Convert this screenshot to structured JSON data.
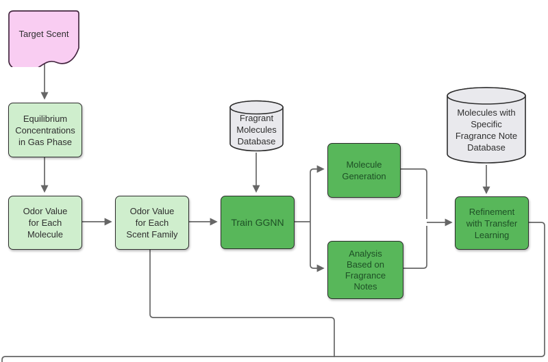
{
  "diagram": {
    "title": "Scent molecule generation pipeline flowchart",
    "background_color": "#ffffff",
    "connector_color": "#666666",
    "nodes": [
      {
        "id": "target-scent",
        "shape": "document",
        "label": "Target Scent",
        "fill": "#f9cdf2",
        "border": "#43253f",
        "text_color": "#2d2d2d"
      },
      {
        "id": "equilibrium-concentrations",
        "shape": "rounded-rect",
        "label": "Equilibrium\nConcentrations\nin Gas Phase",
        "fill": "#cfeecd",
        "border": "#2b2b2b",
        "text_color": "#2e2e2e"
      },
      {
        "id": "odor-value-each-molecule",
        "shape": "rounded-rect",
        "label": "Odor Value\nfor Each\nMolecule",
        "fill": "#cfeecd",
        "border": "#2b2b2b",
        "text_color": "#2e2e2e"
      },
      {
        "id": "odor-value-each-scent-family",
        "shape": "rounded-rect",
        "label": "Odor Value\nfor Each\nScent Family",
        "fill": "#cfeecd",
        "border": "#2b2b2b",
        "text_color": "#2e2e2e"
      },
      {
        "id": "fragrant-molecules-database",
        "shape": "cylinder",
        "label": "Fragrant\nMolecules\nDatabase",
        "fill": "#e9e9ed",
        "border": "#2b2b2b",
        "text_color": "#2e2e2e"
      },
      {
        "id": "train-ggnn",
        "shape": "rounded-rect",
        "label": "Train GGNN",
        "fill": "#58b75a",
        "border": "#272727",
        "text_color": "#1d4f25"
      },
      {
        "id": "molecule-generation",
        "shape": "rounded-rect",
        "label": "Molecule\nGeneration",
        "fill": "#58b75a",
        "border": "#272727",
        "text_color": "#1d4f25"
      },
      {
        "id": "analysis-based-on-fragrance-notes",
        "shape": "rounded-rect",
        "label": "Analysis\nBased on\nFragrance\nNotes",
        "fill": "#58b75a",
        "border": "#272727",
        "text_color": "#1d4f25"
      },
      {
        "id": "molecules-specific-fragrance-note-database",
        "shape": "cylinder",
        "label": "Molecules with\nSpecific\nFragrance Note\nDatabase",
        "fill": "#e9e9ed",
        "border": "#2b2b2b",
        "text_color": "#2e2e2e"
      },
      {
        "id": "refinement-transfer-learning",
        "shape": "rounded-rect",
        "label": "Refinement\nwith Transfer\nLearning",
        "fill": "#58b75a",
        "border": "#272727",
        "text_color": "#1d4f25"
      }
    ],
    "edges": [
      {
        "from": "target-scent",
        "to": "equilibrium-concentrations"
      },
      {
        "from": "equilibrium-concentrations",
        "to": "odor-value-each-molecule"
      },
      {
        "from": "odor-value-each-molecule",
        "to": "odor-value-each-scent-family"
      },
      {
        "from": "odor-value-each-scent-family",
        "to": "train-ggnn"
      },
      {
        "from": "fragrant-molecules-database",
        "to": "train-ggnn"
      },
      {
        "from": "train-ggnn",
        "to": "molecule-generation"
      },
      {
        "from": "train-ggnn",
        "to": "analysis-based-on-fragrance-notes"
      },
      {
        "from": "molecule-generation",
        "to": "refinement-transfer-learning"
      },
      {
        "from": "analysis-based-on-fragrance-notes",
        "to": "refinement-transfer-learning"
      },
      {
        "from": "molecules-specific-fragrance-note-database",
        "to": "refinement-transfer-learning"
      },
      {
        "from": "odor-value-each-scent-family",
        "to": "offscreen-bottom"
      },
      {
        "from": "refinement-transfer-learning",
        "to": "offscreen-bottom-left"
      }
    ]
  }
}
